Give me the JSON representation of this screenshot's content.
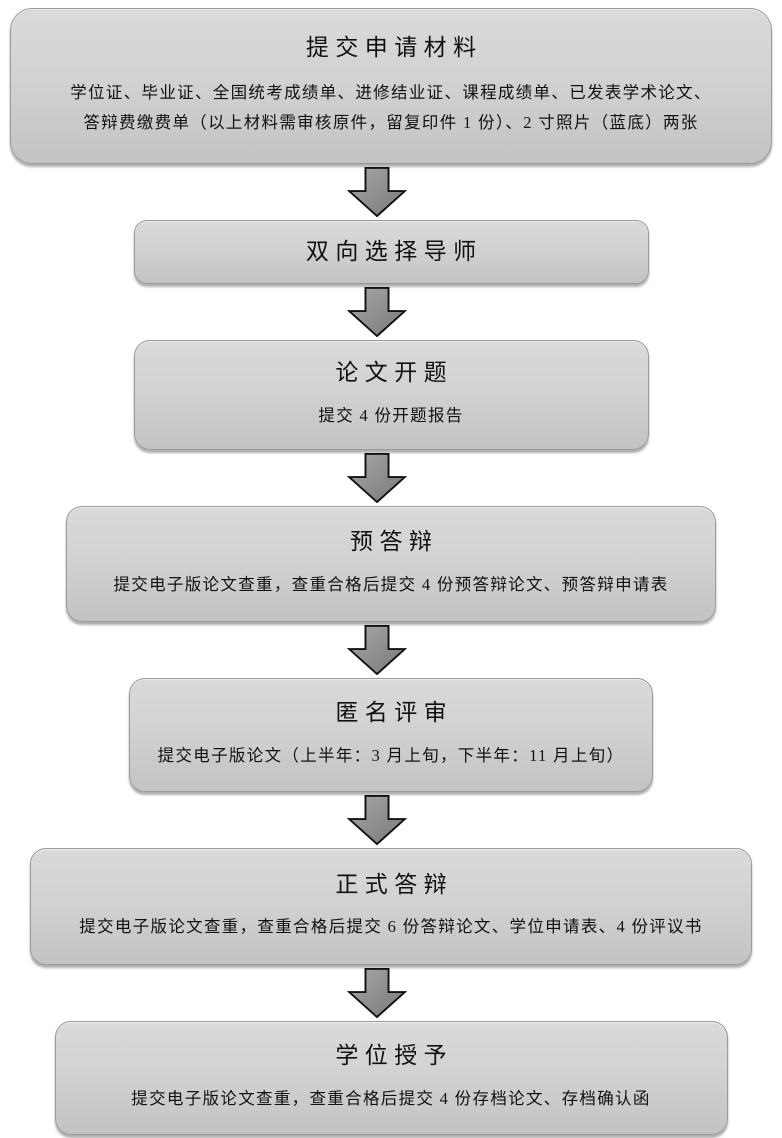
{
  "page": {
    "background": "#ffffff"
  },
  "colors": {
    "box_fill_top": "#dadada",
    "box_fill_bottom": "#c3c3c3",
    "box_border": "#9a9a9a",
    "arrow_fill_light": "#a8a8a8",
    "arrow_fill_dark": "#787878",
    "arrow_outline": "#111111",
    "text": "#111111"
  },
  "flowchart": {
    "type": "vertical-flow",
    "connector_icon": "down-block-arrow",
    "steps": [
      {
        "title": "提交申请材料",
        "detail_lines": [
          "学位证、毕业证、全国统考成绩单、进修结业证、课程成绩单、已发表学术论文、",
          "答辩费缴费单（以上材料需审核原件，留复印件 1 份）、2 寸照片（蓝底）两张"
        ]
      },
      {
        "title": "双向选择导师",
        "detail_lines": []
      },
      {
        "title": "论文开题",
        "detail_lines": [
          "提交 4 份开题报告"
        ]
      },
      {
        "title": "预答辩",
        "detail_lines": [
          "提交电子版论文查重，查重合格后提交 4 份预答辩论文、预答辩申请表"
        ]
      },
      {
        "title": "匿名评审",
        "detail_lines": [
          "提交电子版论文（上半年：3 月上旬，下半年：11 月上旬）"
        ]
      },
      {
        "title": "正式答辩",
        "detail_lines": [
          "提交电子版论文查重，查重合格后提交 6 份答辩论文、学位申请表、4 份评议书"
        ]
      },
      {
        "title": "学位授予",
        "detail_lines": [
          "提交电子版论文查重，查重合格后提交 4 份存档论文、存档确认函"
        ]
      }
    ]
  }
}
